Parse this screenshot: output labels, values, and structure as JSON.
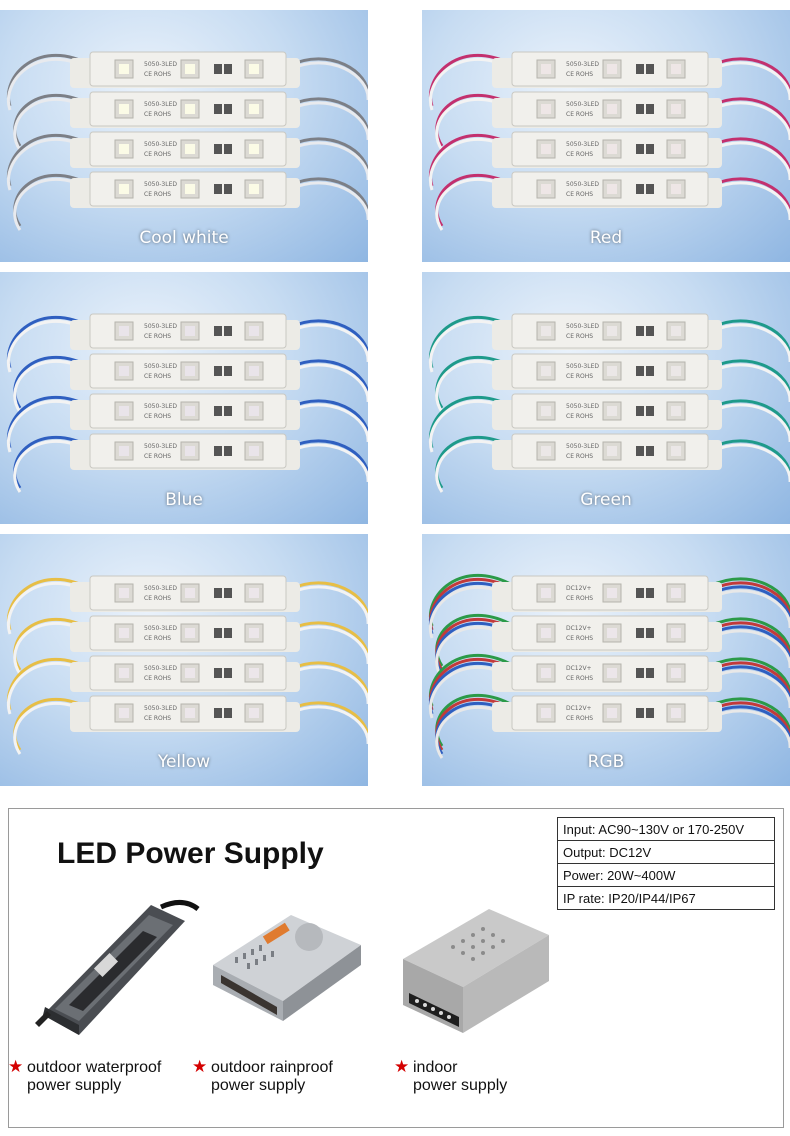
{
  "gallery": [
    {
      "caption": "Cool white",
      "wire": "#7c7f86",
      "led": "#fbfbe6",
      "cable": "#e8eaee"
    },
    {
      "caption": "Red",
      "wire": "#c3306e",
      "led": "#eee6e6",
      "cable": "#f3f3f3"
    },
    {
      "caption": "Blue",
      "wire": "#2f5fc0",
      "led": "#e9e4ea",
      "cable": "#f3f3f3"
    },
    {
      "caption": "Green",
      "wire": "#1e9a8a",
      "led": "#ebe7e7",
      "cable": "#f3f3f3"
    },
    {
      "caption": "Yellow",
      "wire": "#e7be45",
      "led": "#ece6ea",
      "cable": "#f3f3f3"
    },
    {
      "caption": "RGB",
      "wire": "#2b9a48",
      "led": "#ece6ea",
      "cable": "#c23a3a"
    }
  ],
  "module": {
    "model_text": "5050-3LED",
    "cert_text": "CE ROHS",
    "dc_text": "DC12V+"
  },
  "power_supply": {
    "title": "LED Power Supply",
    "specs": [
      "Input: AC90~130V or 170-250V",
      "Output: DC12V",
      "Power: 20W~400W",
      "IP rate: IP20/IP44/IP67"
    ],
    "products": [
      {
        "line1": "outdoor waterproof",
        "line2": "power supply"
      },
      {
        "line1": "outdoor rainproof",
        "line2": "power supply"
      },
      {
        "line1": "indoor",
        "line2": "power supply"
      }
    ],
    "star_color": "#d40000"
  }
}
